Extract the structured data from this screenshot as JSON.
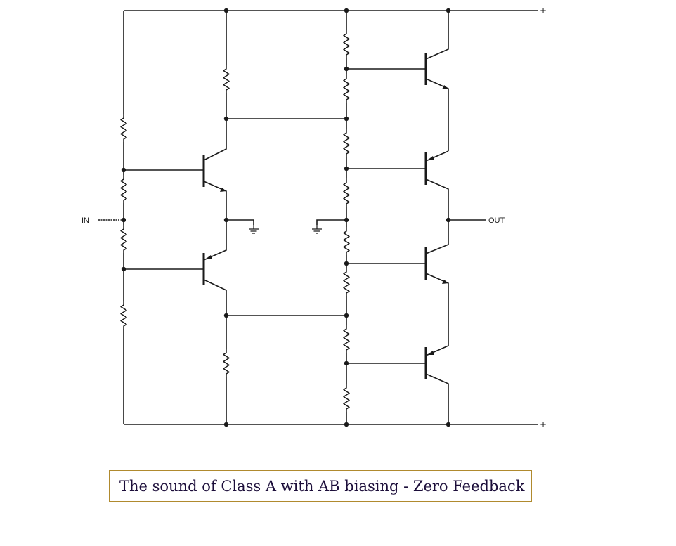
{
  "labels": {
    "input": "IN",
    "output": "OUT",
    "top_rail": "+",
    "bottom_rail": "+"
  },
  "caption": "The sound of Class A with AB biasing -  Zero Feedback",
  "colors": {
    "ink": "#1a1a1a",
    "caption_text": "#1c0e3a",
    "caption_border": "#b08a2e"
  }
}
